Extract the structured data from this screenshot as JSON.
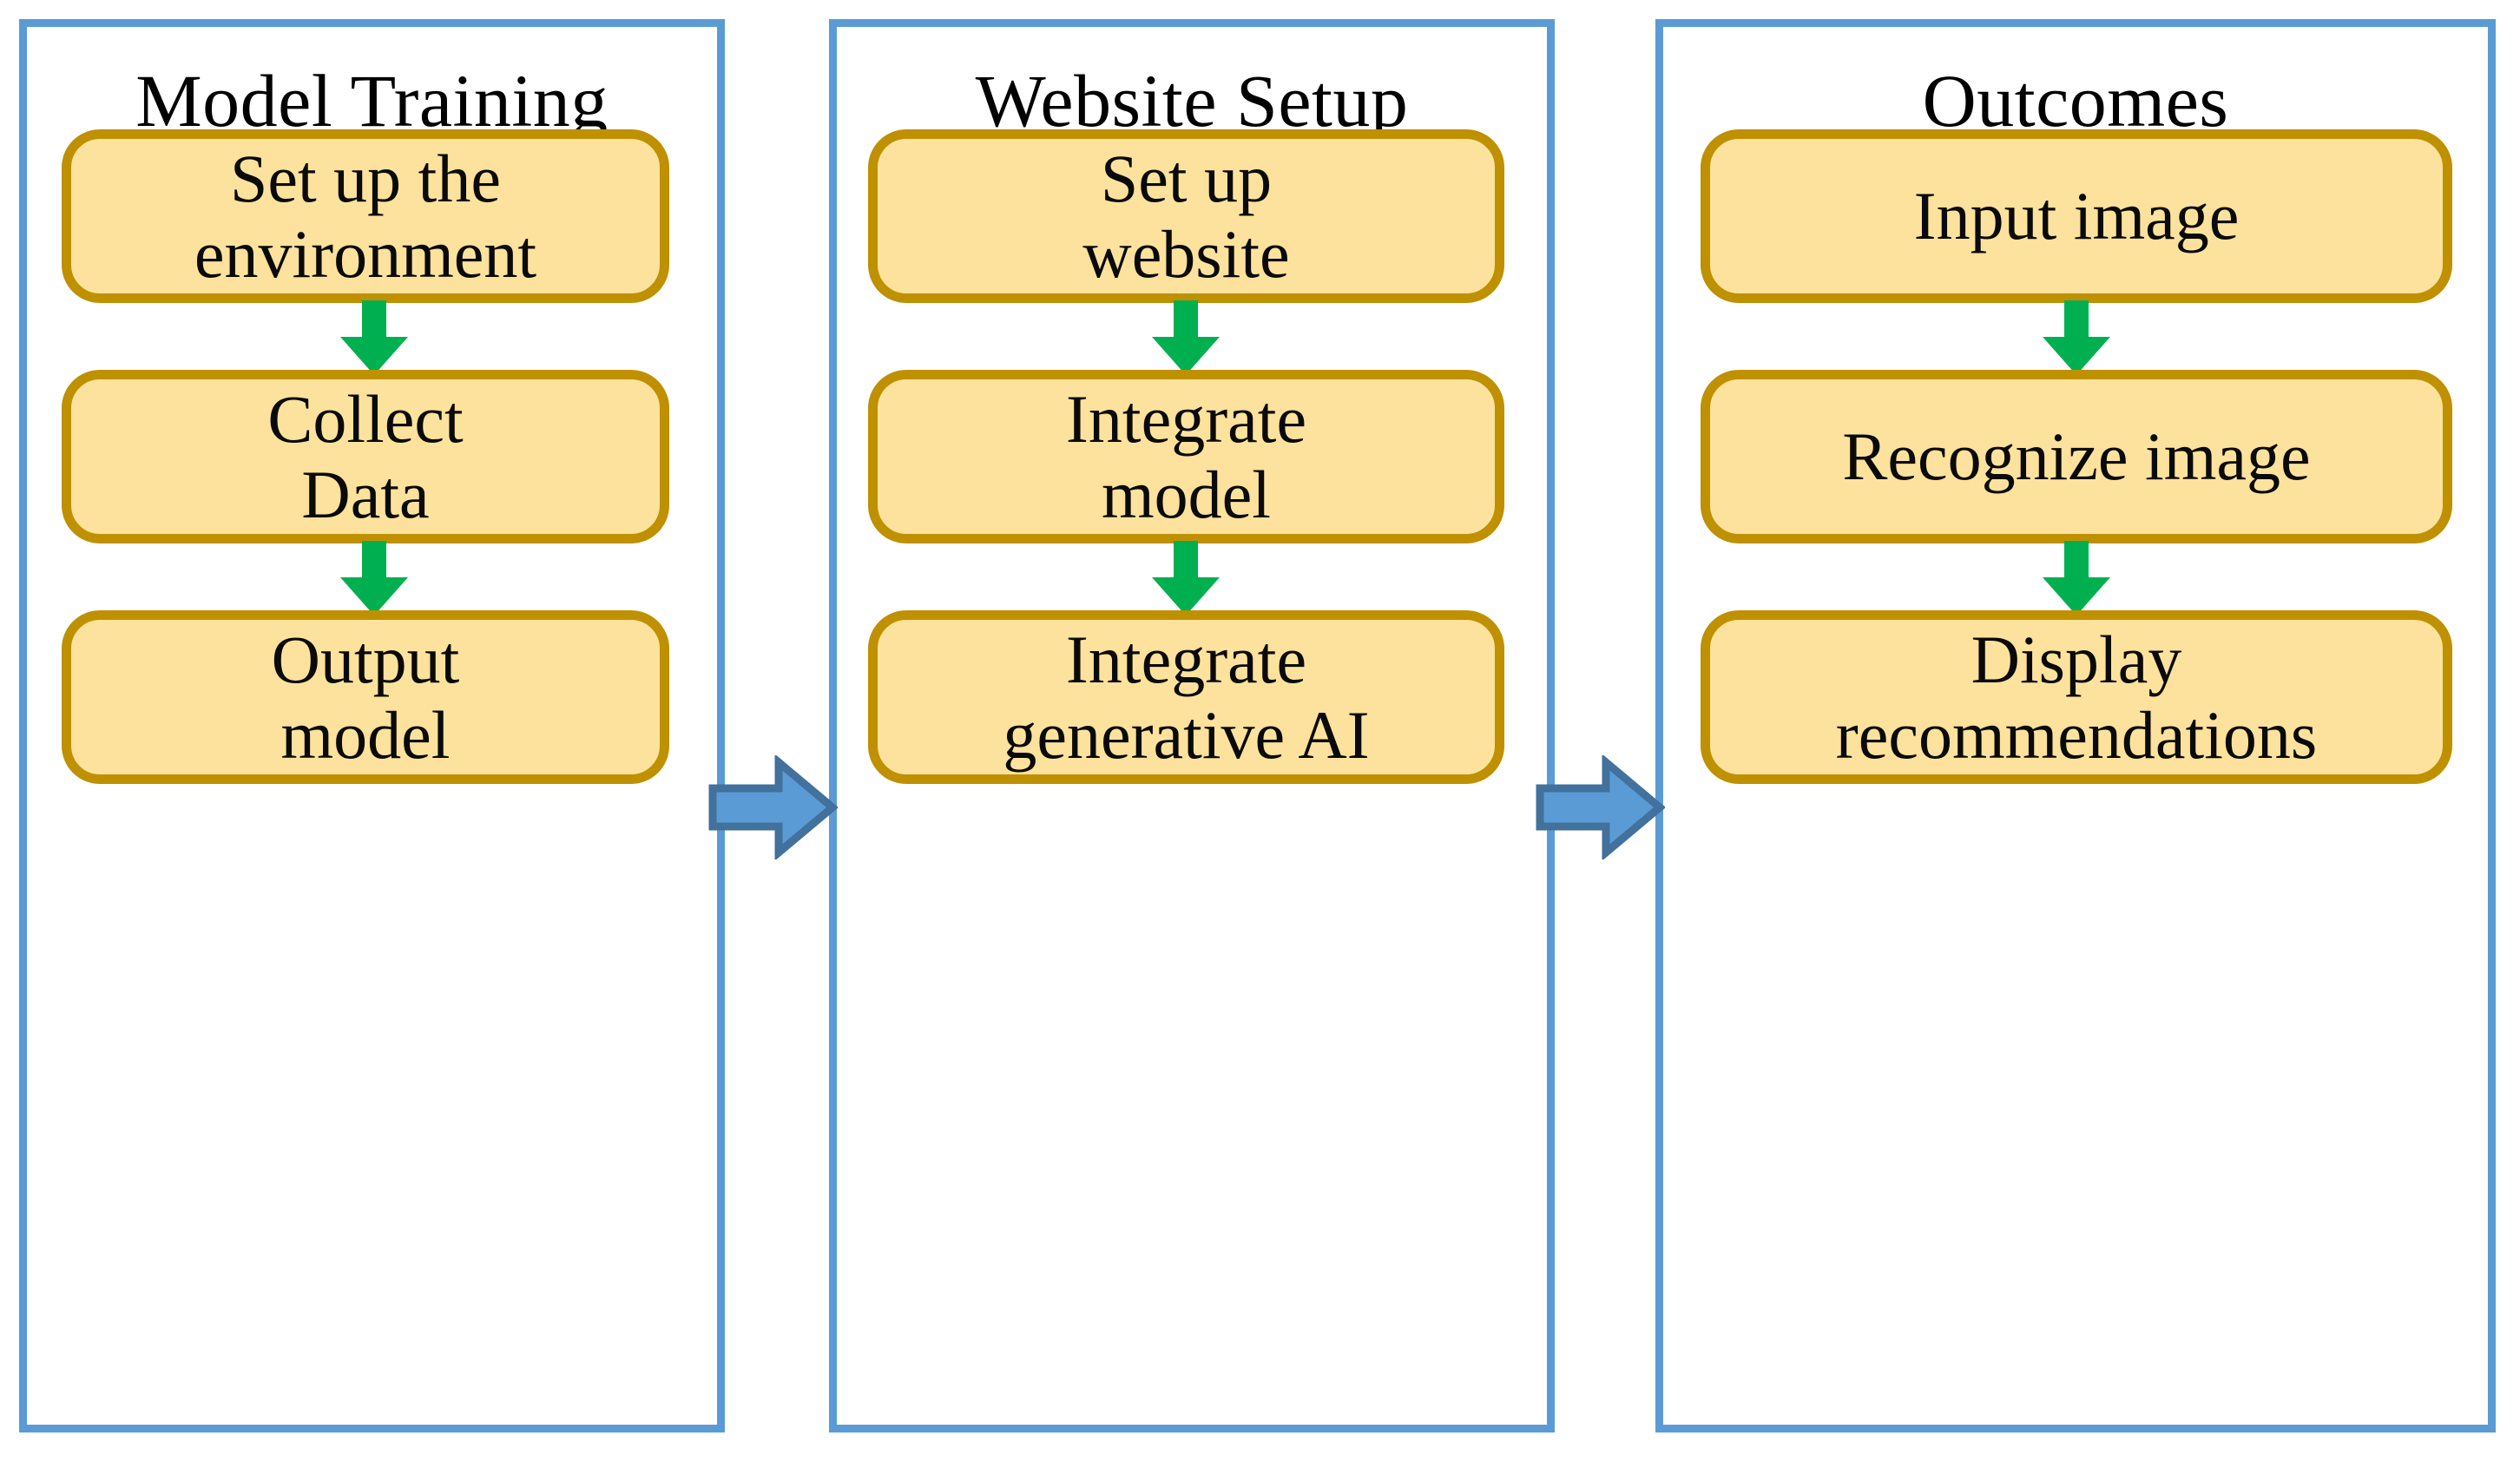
{
  "diagram": {
    "title": "Model training, website setup and outcomes pipeline",
    "colors": {
      "panel_border": "#5B9BD5",
      "box_fill": "#FCE29C",
      "box_border": "#BF9000",
      "flow_arrow_green": "#00B050",
      "stage_arrow_blue_fill": "#5B9BD5",
      "stage_arrow_blue_stroke": "#41719C",
      "text": "#000000",
      "background": "#FFFFFF"
    },
    "stages": [
      {
        "title": "Model Training",
        "steps": [
          {
            "label": "Set up the environment",
            "lines": [
              "Set up the",
              "environment"
            ]
          },
          {
            "label": "Collect Data",
            "lines": [
              "Collect",
              "Data"
            ]
          },
          {
            "label": "Output model",
            "lines": [
              "Output",
              "model"
            ]
          }
        ],
        "connectors": [
          "down-arrow-green",
          "down-arrow-green"
        ]
      },
      {
        "title": "Website Setup",
        "steps": [
          {
            "label": "Set up website",
            "lines": [
              "Set up",
              "website"
            ]
          },
          {
            "label": "Integrate model",
            "lines": [
              "Integrate",
              "model"
            ]
          },
          {
            "label": "Integrate generative AI",
            "lines": [
              "Integrate",
              "generative AI"
            ]
          }
        ],
        "connectors": [
          "down-arrow-green",
          "down-arrow-green"
        ]
      },
      {
        "title": "Outcomes",
        "steps": [
          {
            "label": "Input image",
            "lines": [
              "Input image"
            ]
          },
          {
            "label": "Recognize image",
            "lines": [
              "Recognize image"
            ]
          },
          {
            "label": "Display recommendations",
            "lines": [
              "Display",
              "recommendations"
            ]
          }
        ],
        "connectors": [
          "down-arrow-green",
          "down-arrow-green"
        ]
      }
    ],
    "stage_connectors": [
      {
        "from": "Model Training",
        "to": "Website Setup",
        "icon": "right-block-arrow-icon"
      },
      {
        "from": "Website Setup",
        "to": "Outcomes",
        "icon": "right-block-arrow-icon"
      }
    ]
  }
}
